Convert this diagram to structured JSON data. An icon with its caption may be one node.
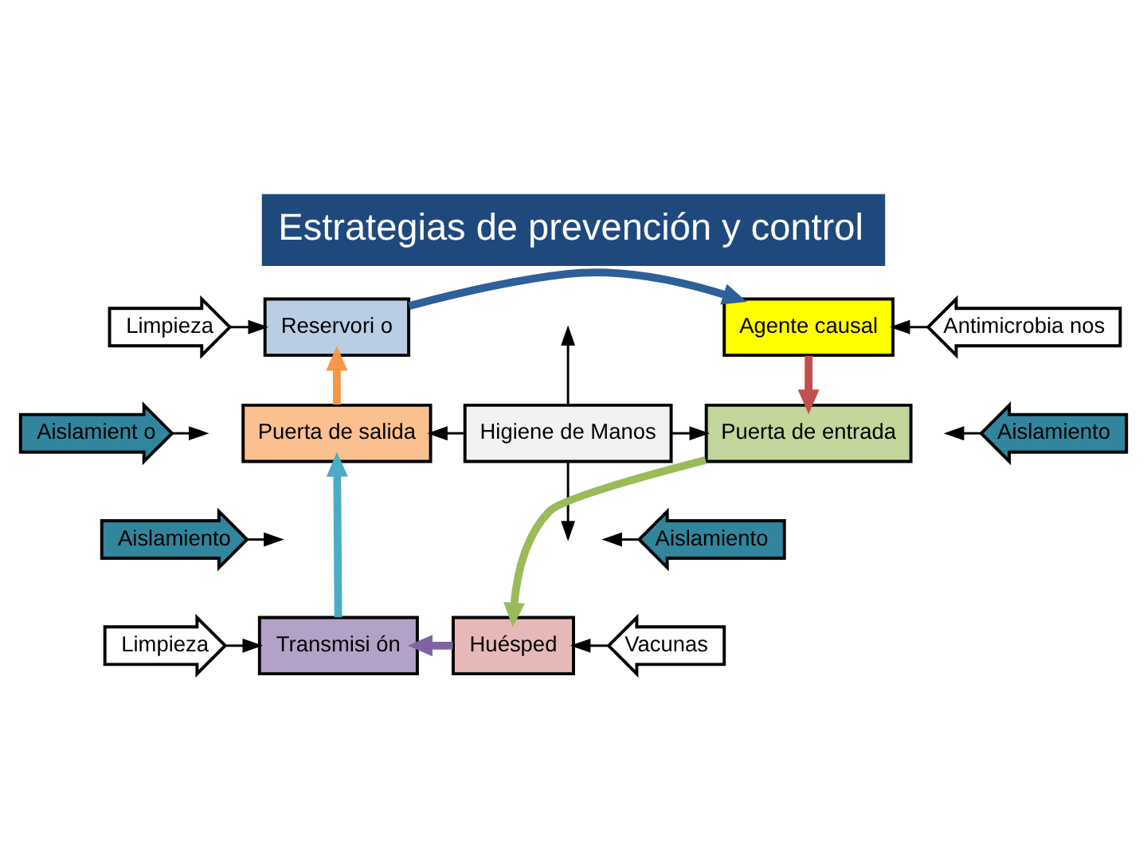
{
  "diagram": {
    "title": "Estrategias de prevención y control",
    "nodes": [
      {
        "text": [
          "Limpieza"
        ]
      },
      {
        "text": [
          "Reservori o"
        ]
      },
      {
        "text": [
          "Agente causal"
        ]
      },
      {
        "text": [
          "Antimicrobia nos"
        ]
      },
      {
        "text": [
          "Aislamient o"
        ]
      },
      {
        "text": [
          "Aislamiento"
        ]
      },
      {
        "text": [
          "Puerta de salida"
        ]
      },
      {
        "text": [
          "Higiene de Manos"
        ]
      },
      {
        "text": [
          "Puerta de entrada"
        ]
      },
      {
        "text": [
          "Aislamiento"
        ]
      },
      {
        "text": [
          "Aislamiento"
        ]
      },
      {
        "text": [
          "Limpieza"
        ]
      },
      {
        "text": [
          "Transmisi ón"
        ]
      },
      {
        "text": [
          "Huésped"
        ]
      },
      {
        "text": [
          "Vacunas"
        ]
      }
    ],
    "edges": [
      {
        "from": 1,
        "to": 2,
        "arrow": "to",
        "style": "thick",
        "color": "#2f5f98"
      },
      {
        "from": 2,
        "to": 8,
        "arrow": "to",
        "style": "thick",
        "color": "#c0504d"
      },
      {
        "from": 8,
        "to": 13,
        "arrow": "to",
        "style": "thick",
        "color": "#9bbb59"
      },
      {
        "from": 13,
        "to": 12,
        "arrow": "to",
        "style": "thick",
        "color": "#8064a2"
      },
      {
        "from": 12,
        "to": 6,
        "arrow": "to",
        "style": "thick",
        "color": "#4bacc6"
      },
      {
        "from": 6,
        "to": 1,
        "arrow": "to",
        "style": "thick",
        "color": "#f79646"
      },
      {
        "from": 0,
        "to": 1,
        "arrow": "to"
      },
      {
        "from": 3,
        "to": 2,
        "arrow": "to"
      },
      {
        "from": 4,
        "to": null,
        "arrow": "to"
      },
      {
        "from": 5,
        "to": null,
        "arrow": "to"
      },
      {
        "from": 7,
        "to": 6,
        "arrow": "to"
      },
      {
        "from": 7,
        "to": 8,
        "arrow": "to"
      },
      {
        "from": 7,
        "to": null,
        "arrow": "to"
      },
      {
        "from": 7,
        "to": null,
        "arrow": "to"
      },
      {
        "from": 9,
        "to": null,
        "arrow": "to"
      },
      {
        "from": 10,
        "to": null,
        "arrow": "to"
      },
      {
        "from": 11,
        "to": 12,
        "arrow": "to"
      },
      {
        "from": 14,
        "to": 13,
        "arrow": "to"
      }
    ]
  }
}
